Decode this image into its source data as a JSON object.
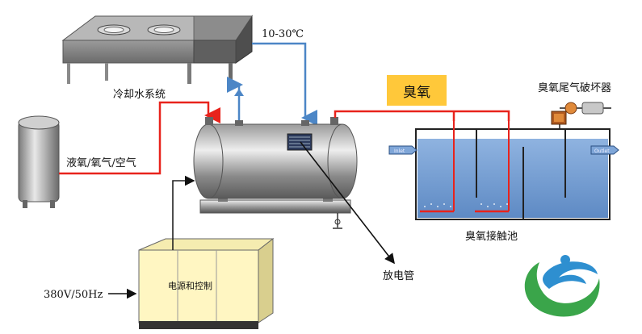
{
  "labels": {
    "chiller": "冷却水系统",
    "temp": "10-30℃",
    "gas_source": "液氧/氧气/空气",
    "ozone": "臭氧",
    "destructor": "臭氧尾气破坏器",
    "contact_tank": "臭氧接触池",
    "discharge_tube": "放电管",
    "power_control": "电源和控制",
    "power_input": "380V/50Hz",
    "inlet": "Inlet",
    "outlet": "Outlet"
  },
  "colors": {
    "gas_line": "#e8231c",
    "water_line": "#4c86c6",
    "power_line": "#222222",
    "ozone_box": "#ffc83a",
    "tank_water": "#6f9bd1",
    "cabinet": "#fff6c2",
    "logo_green": "#3aa54a",
    "logo_blue": "#2e8fd0"
  }
}
